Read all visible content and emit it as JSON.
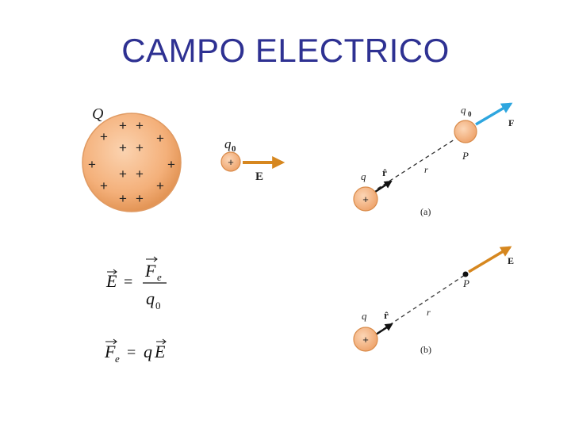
{
  "slide": {
    "title": "CAMPO ELECTRICO"
  },
  "colors": {
    "title": "#2e3192",
    "charge_fill": "#f6b98a",
    "charge_edge": "#d98b4a",
    "field_arrow": "#d6871f",
    "force_arrow": "#2ea6df"
  },
  "left_diagram": {
    "source_label": "Q",
    "source_signs": "+",
    "test_charge_label": "q",
    "test_charge_subscript": "0",
    "test_charge_sign": "+",
    "field_label": "E"
  },
  "equations": {
    "e1_lhs": "E",
    "e1_eq": "=",
    "e1_num": "F",
    "e1_num_sub": "e",
    "e1_den": "q",
    "e1_den_sub": "0",
    "e2_lhs": "F",
    "e2_lhs_sub": "e",
    "e2_eq": "=",
    "e2_rhs_q": "q",
    "e2_rhs_E": "E"
  },
  "diagram_a": {
    "source_label": "q",
    "source_sign": "+",
    "unit_vector": "r̂",
    "distance": "r",
    "test_label": "q",
    "test_subscript": "0",
    "point_label": "P",
    "force_label": "F",
    "caption": "(a)"
  },
  "diagram_b": {
    "source_label": "q",
    "source_sign": "+",
    "unit_vector": "r̂",
    "distance": "r",
    "point_label": "P",
    "field_label": "E",
    "caption": "(b)"
  }
}
